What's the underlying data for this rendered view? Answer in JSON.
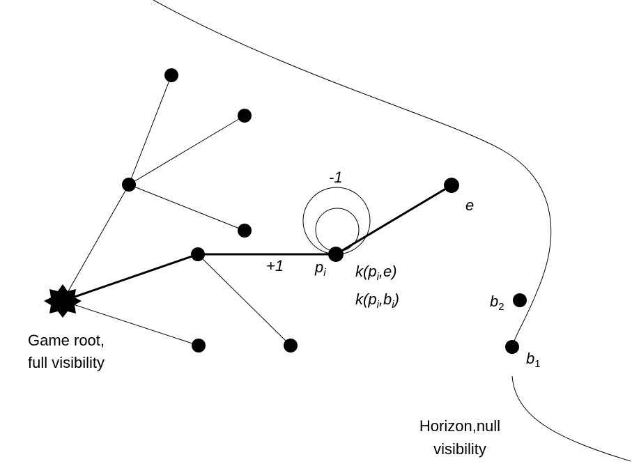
{
  "root_label": {
    "line1": "Game root,",
    "line2": "full visibility"
  },
  "horizon_label": {
    "line1": "Horizon,null",
    "line2": "visibility"
  },
  "edge_labels": {
    "plus_one": "+1",
    "minus_one": "-1"
  },
  "node_labels": {
    "p": {
      "base": "p",
      "sub": "i"
    },
    "e": "e",
    "b2": {
      "base": "b",
      "sub": "2"
    },
    "b1": {
      "base": "b",
      "sub": "1"
    }
  },
  "k_labels": {
    "k_pi_e": {
      "prefix": "k(",
      "var": "p",
      "sub": "i",
      "rest": ",e)"
    },
    "k_pi_bi": {
      "prefix": "k(",
      "var": "p",
      "sub": "i",
      "mid": ",",
      "var2": "b",
      "sub2": "i",
      "suffix": ")"
    }
  },
  "colors": {
    "ink": "#000000",
    "background": "#ffffff"
  }
}
